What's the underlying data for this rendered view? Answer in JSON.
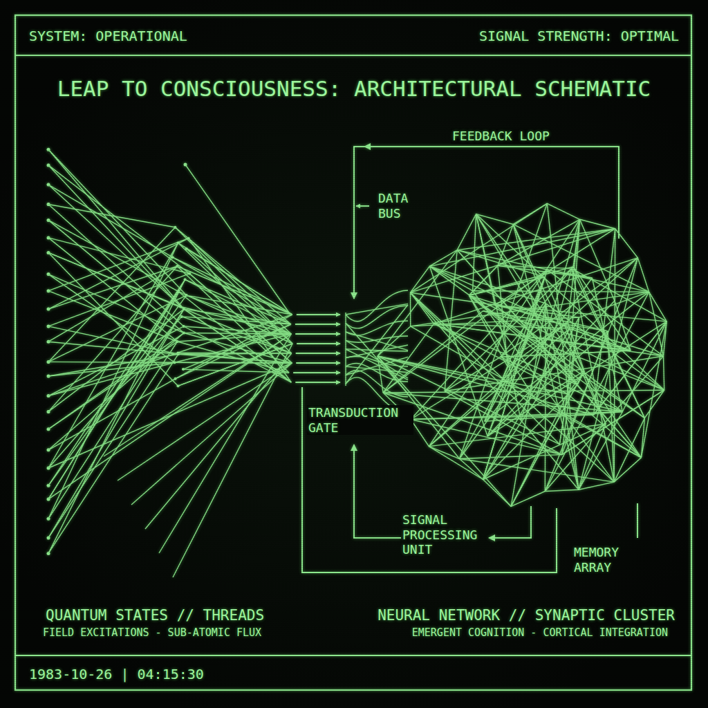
{
  "diagram": {
    "title": "LEAP TO CONSCIOUSNESS: ARCHITECTURAL SCHEMATIC",
    "labels": [
      "SYSTEM: OPERATIONAL",
      "SIGNAL STRENGTH: OPTIMAL",
      "FEEDBACK LOOP",
      "DATA BUS",
      "TRANSDUCTION GATE",
      "SIGNAL PROCESSING UNIT",
      "MEMORY ARRAY",
      "QUANTUM STATES // THREADS",
      "FIELD EXCITATIONS - SUB-ATOMIC FLUX",
      "NEURAL NETWORK // SYNAPTIC CLUSTER",
      "EMERGENT COGNITION - CORTICAL INTEGRATION",
      "1983-10-26 | 04:15:30"
    ]
  }
}
